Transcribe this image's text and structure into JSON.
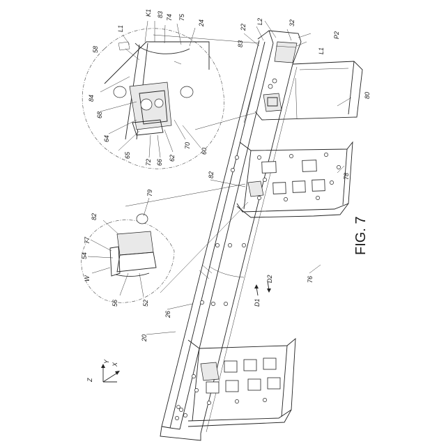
{
  "figure": {
    "title": "FIG. 7",
    "references": {
      "K1": "K1",
      "L1_top": "L1",
      "r83_top": "83",
      "r74": "74",
      "r75": "75",
      "r24": "24",
      "r22": "22",
      "L2": "L2",
      "r32": "32",
      "P2": "P2",
      "r83_mid": "83",
      "L1_right": "L1",
      "r58": "58",
      "r84": "84",
      "r68": "68",
      "r64": "64",
      "r65": "65",
      "r72": "72",
      "r66": "66",
      "r62": "62",
      "r70": "70",
      "r60": "60",
      "r80": "80",
      "r78": "78",
      "r82_mid": "82",
      "r79": "79",
      "r82_left": "82",
      "r77": "77",
      "r54": "54",
      "W": "W",
      "r56": "56",
      "r52": "52",
      "D1": "D1",
      "D2": "D2",
      "r76": "76",
      "r26": "26",
      "r20": "20",
      "axis_z": "Z",
      "axis_y": "Y",
      "axis_x": "X"
    }
  }
}
